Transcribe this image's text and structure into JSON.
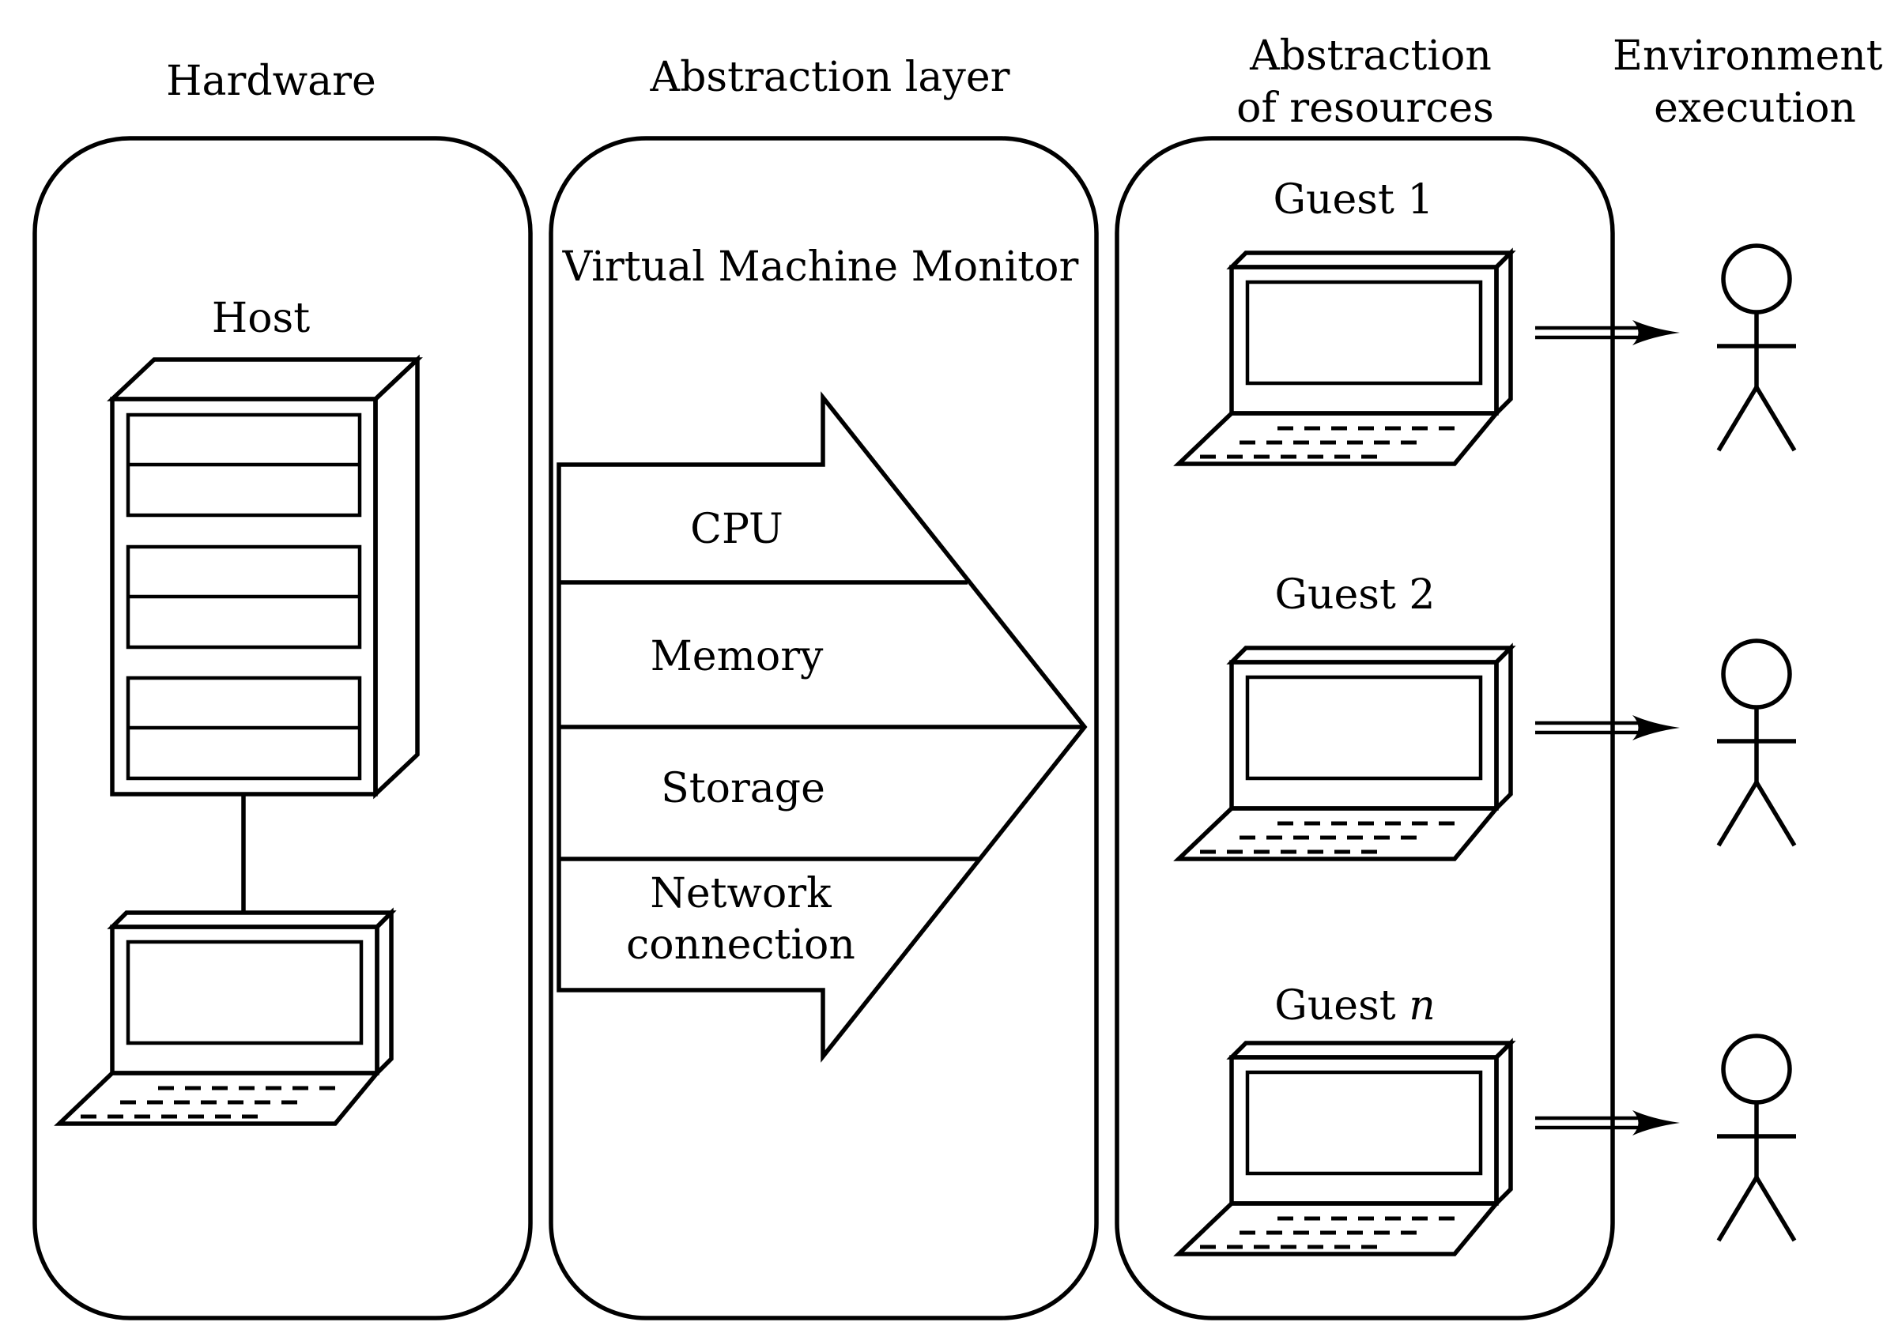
{
  "columns": {
    "hardware": "Hardware",
    "abstraction_layer": "Abstraction layer",
    "abstraction_resources_line1": "Abstraction",
    "abstraction_resources_line2": "of resources",
    "environments_line1": "Environments",
    "environments_line2": "execution"
  },
  "host": {
    "label": "Host",
    "server_icon": "server-tower-icon",
    "laptop_icon": "laptop-icon"
  },
  "vmm": {
    "title": "Virtual Machine Monitor",
    "resources": [
      {
        "label": "CPU"
      },
      {
        "label": "Memory"
      },
      {
        "label": "Storage"
      },
      {
        "label_line1": "Network",
        "label_line2": "connection"
      }
    ]
  },
  "guests": [
    {
      "label": "Guest 1",
      "icon": "laptop-icon",
      "user_icon": "stick-figure-user-icon"
    },
    {
      "label": "Guest 2",
      "icon": "laptop-icon",
      "user_icon": "stick-figure-user-icon"
    },
    {
      "label_prefix": "Guest ",
      "label_italic": "n",
      "icon": "laptop-icon",
      "user_icon": "stick-figure-user-icon"
    }
  ],
  "colors": {
    "line": "#000000",
    "background": "#ffffff"
  }
}
